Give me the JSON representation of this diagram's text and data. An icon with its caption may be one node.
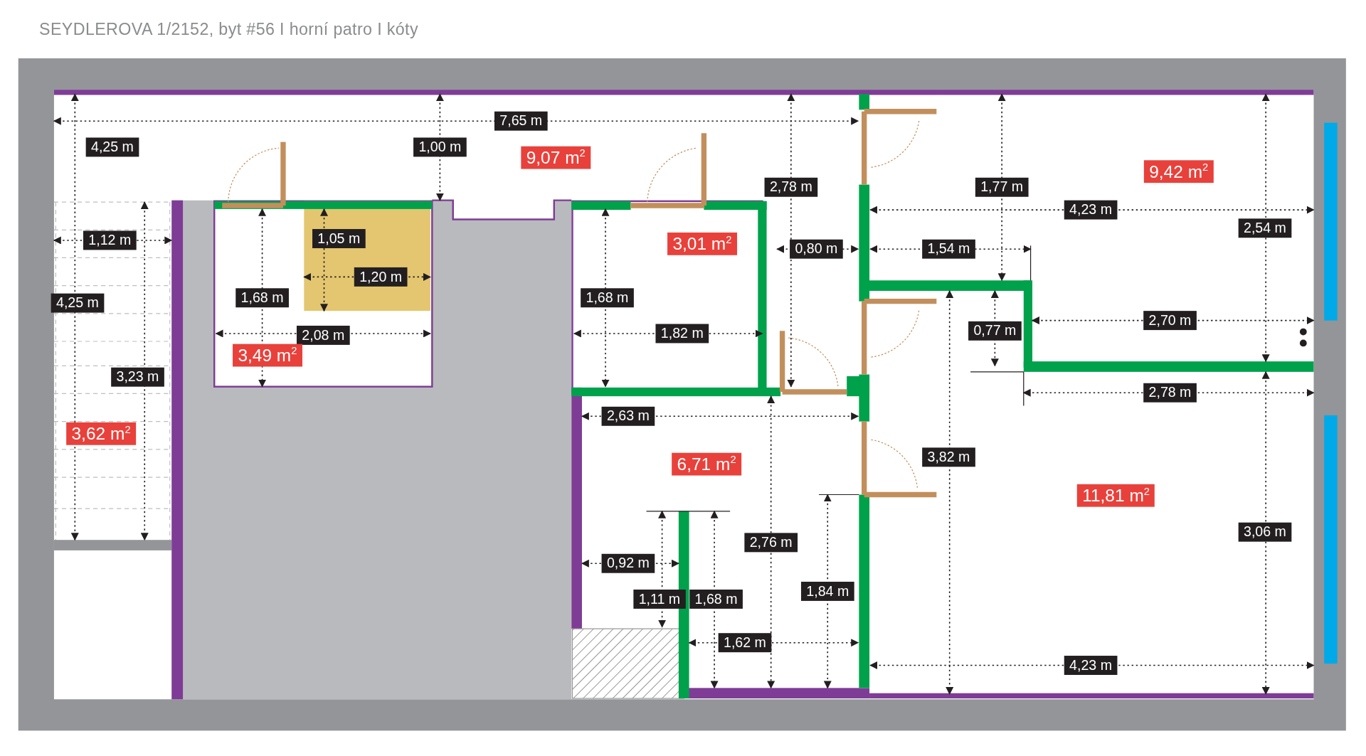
{
  "diagram": {
    "title": "SEYDLEROVA 1/2152, byt #56 I horní patro I kóty",
    "labels": [
      "7,65 m",
      "4,25 m",
      "1,00 m",
      "9,07 m$^{2}$",
      "9,42 m$^{2}$",
      "2,78 m",
      "1,77 m",
      "4,23 m",
      "2,54 m",
      "1,12 m",
      "1,05 m",
      "3,01 m$^{2}$",
      "0,80 m",
      "1,54 m",
      "1,20 m",
      "1,68 m",
      "1,68 m",
      "4,25 m",
      "2,70 m",
      "0,77 m",
      "2,08 m",
      "1,82 m",
      "3,49 m$^{2}$",
      "3,23 m",
      "2,78 m",
      "2,63 m",
      "3,62 m$^{2}$",
      "3,82 m",
      "6,71 m$^{2}$",
      "11,81 m$^{2}$",
      "3,06 m",
      "2,76 m",
      "0,92 m",
      "1,84 m",
      "1,11 m",
      "1,68 m",
      "1,62 m",
      "4,23 m"
    ]
  }
}
